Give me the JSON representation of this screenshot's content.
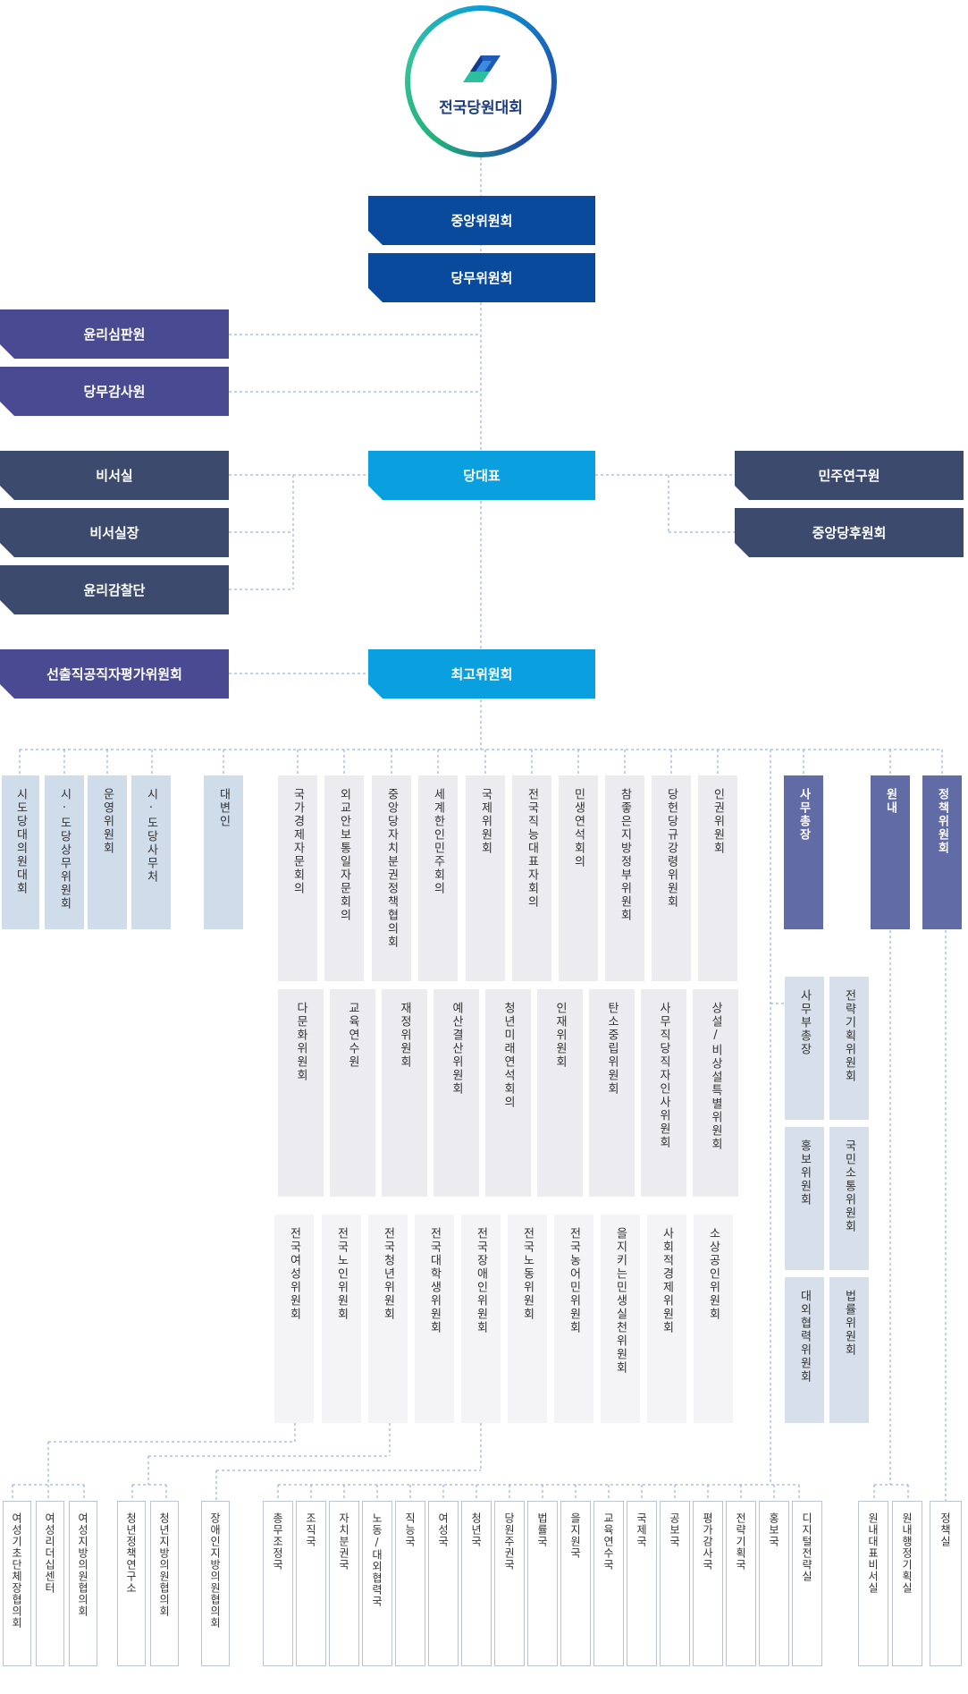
{
  "top": {
    "label": "전국당원대회"
  },
  "center": {
    "central_committee": "중앙위원회",
    "party_affairs_committee": "당무위원회",
    "party_leader": "당대표",
    "supreme_council": "최고위원회"
  },
  "left": {
    "ethics_tribunal": "윤리심판원",
    "party_audit": "당무감사원",
    "secretariat": "비서실",
    "chief_secretary": "비서실장",
    "ethics_inspection": "윤리감찰단",
    "election_eval": "선출직공직자평가위원회"
  },
  "right": {
    "institute": "민주연구원",
    "supporters": "중앙당후원회"
  },
  "row1_left": [
    "시도당대의원대회",
    "시·도당상무위원회",
    "운영위원회",
    "시·도당사무처"
  ],
  "spokesperson": "대변인",
  "row1_main": [
    "국가경제자문회의",
    "외교안보통일자문회의",
    "중앙당자치분권정책협의회",
    "세계한인민주회의",
    "국제위원회",
    "전국직능대표자회의",
    "민생연석회의",
    "참좋은지방정부위원회",
    "당헌당규강령위원회",
    "인권위원회"
  ],
  "row1_right": {
    "secretary_general": "사무총장",
    "floor": "원내",
    "policy": "정책위원회"
  },
  "row2_main": [
    "다문화위원회",
    "교육연수원",
    "재정위원회",
    "예산결산위원회",
    "청년미래연석회의",
    "인재위원회",
    "탄소중립위원회",
    "사무직당직자인사위원회",
    "상설/비상설특별위원회"
  ],
  "row3_main": [
    "전국여성위원회",
    "전국노인위원회",
    "전국청년위원회",
    "전국대학생위원회",
    "전국장애인위원회",
    "전국노동위원회",
    "전국농어민위원회",
    "을지키는민생실천위원회",
    "사회적경제위원회",
    "소상공인위원회"
  ],
  "secretary_general_sub": [
    "사무부총장",
    "전략기획위원회",
    "홍보위원회",
    "국민소통위원회",
    "대외협력위원회",
    "법률위원회"
  ],
  "bottom": {
    "women": [
      "여성기초단체장협의회",
      "여성리더십센터",
      "여성지방의원협의회"
    ],
    "youth": [
      "청년정책연구소",
      "청년지방의원협의회"
    ],
    "disabled": [
      "장애인지방의원협의회"
    ],
    "bureaus": [
      "총무조정국",
      "조직국",
      "자치분권국",
      "노동/대외협력국",
      "직능국",
      "여성국",
      "청년국",
      "당원주권국",
      "법률국",
      "을지원국",
      "교육연수국",
      "국제국",
      "공보국",
      "평가감사국",
      "전략기획국",
      "홍보국",
      "디지털전략실"
    ],
    "floor": [
      "원내대표비서실",
      "원내행정기획실"
    ],
    "policy": [
      "정책실"
    ]
  }
}
